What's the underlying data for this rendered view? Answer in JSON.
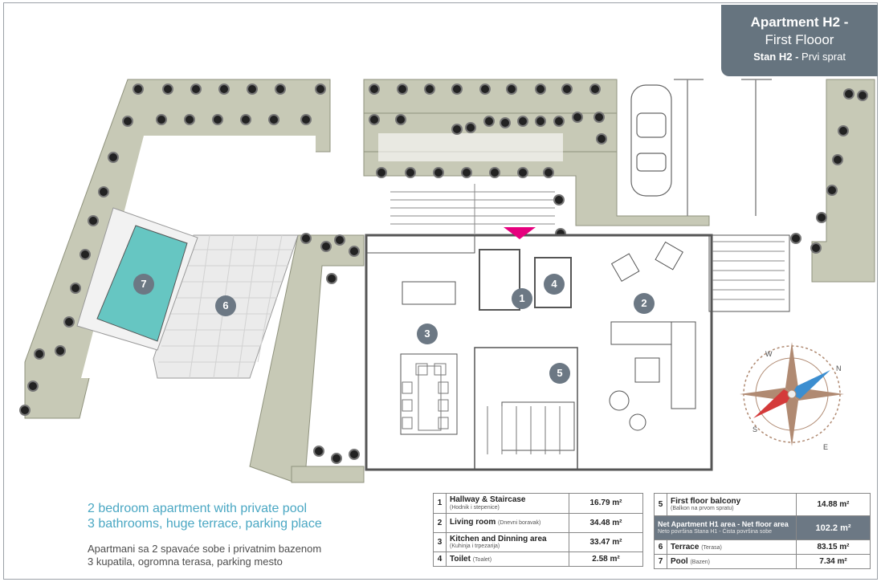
{
  "title": {
    "line1": "Apartment H2 -",
    "line2": "First Flooor",
    "line3_bold": "Stan H2 -",
    "line3_rest": "Prvi sprat"
  },
  "tagline": {
    "en_line1": "2 bedroom apartment with private pool",
    "en_line2": "3 bathrooms, huge terrace, parking place",
    "sr_line1": "Apartmani sa 2 spavaće sobe i privatnim bazenom",
    "sr_line2": "3 kupatila, ogromna terasa, parking mesto"
  },
  "rooms_left": [
    {
      "num": "1",
      "name": "Hallway & Staircase",
      "sub": "(Hodnik i stepenice)",
      "area": "16.79 m²"
    },
    {
      "num": "2",
      "name": "Living room",
      "sub": "(Dnevni boravak)",
      "area": "34.48 m²"
    },
    {
      "num": "3",
      "name": "Kitchen and Dinning area",
      "sub": "(Kuhinja i trpezarija)",
      "area": "33.47 m²"
    },
    {
      "num": "4",
      "name": "Toilet",
      "sub": "(Toalet)",
      "area": "2.58 m²"
    }
  ],
  "rooms_right": {
    "balcony": {
      "num": "5",
      "name": "First floor balcony",
      "sub": "(Balkon na prvom spratu)",
      "area": "14.88 m²"
    },
    "net": {
      "name": "Net Apartment H1 area - Net floor area",
      "sub": "Neto površina Stana H1 - Čista površina sobe",
      "area": "102.2 m²"
    },
    "terrace": {
      "num": "6",
      "name": "Terrace",
      "sub": "(Terasa)",
      "area": "83.15 m²"
    },
    "pool": {
      "num": "7",
      "name": "Pool",
      "sub": "(Bazen)",
      "area": "7.34 m²"
    }
  },
  "markers": [
    "1",
    "2",
    "3",
    "4",
    "5",
    "6",
    "7"
  ],
  "compass": [
    "N",
    "E",
    "S",
    "W"
  ],
  "colors": {
    "garden": "#c7c9b6",
    "pool": "#66c6c2",
    "marker": "#6c7884",
    "title_box": "#66747f",
    "arrow": "#e6007e",
    "compass": "#b08a72",
    "north": "#3c8ed0",
    "south": "#d43a3a"
  }
}
